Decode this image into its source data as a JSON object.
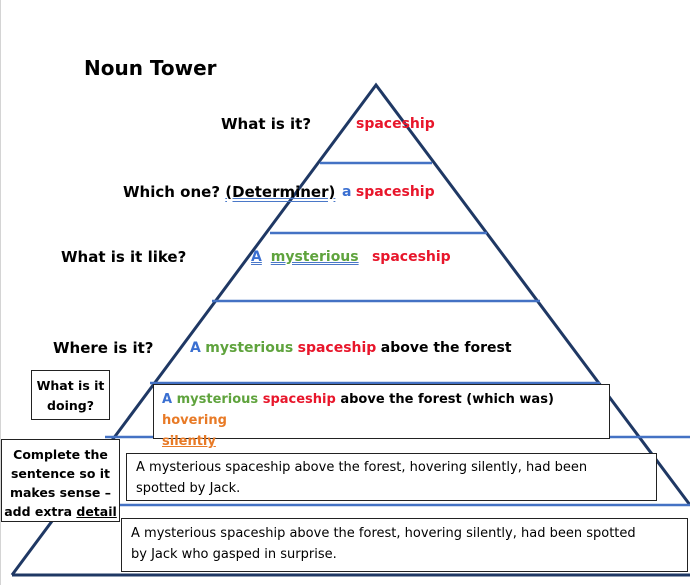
{
  "title": "Noun Tower",
  "levels": {
    "what": {
      "question": "What is it?",
      "noun": "spaceship"
    },
    "which": {
      "question": "Which one?",
      "paren": "(Determiner)",
      "det": "a",
      "noun": "spaceship"
    },
    "like": {
      "question": "What is it like?",
      "det": "A",
      "adj": "mysterious",
      "noun": "spaceship"
    },
    "where": {
      "question": "Where is it?",
      "det": "A",
      "adj": "mysterious",
      "noun": "spaceship",
      "rest": "above the forest"
    },
    "doing": {
      "question": "What is it doing?",
      "det": "A",
      "adj": "mysterious",
      "noun": "spaceship",
      "rest": "above the forest (which was)",
      "verb1": "hovering",
      "verb2": "silently"
    },
    "complete": {
      "label_line1": "Complete the",
      "label_line2": "sentence so it",
      "label_line3": "makes sense –",
      "label_line4": "add extra",
      "label_detail": "detail",
      "sentence1_line1": "A mysterious spaceship above the forest, hovering silently, had been",
      "sentence1_line2": "spotted by Jack.",
      "sentence2_line1": "A mysterious spaceship above the forest, hovering silently, had been spotted",
      "sentence2_line2": "by Jack who gasped in surprise."
    }
  },
  "colors": {
    "outline": "#1f3864",
    "divider": "#4472c4",
    "noun": "#e8162b",
    "adjective": "#5fa33d",
    "determiner": "#3a6fd1",
    "verb": "#e87a26"
  }
}
